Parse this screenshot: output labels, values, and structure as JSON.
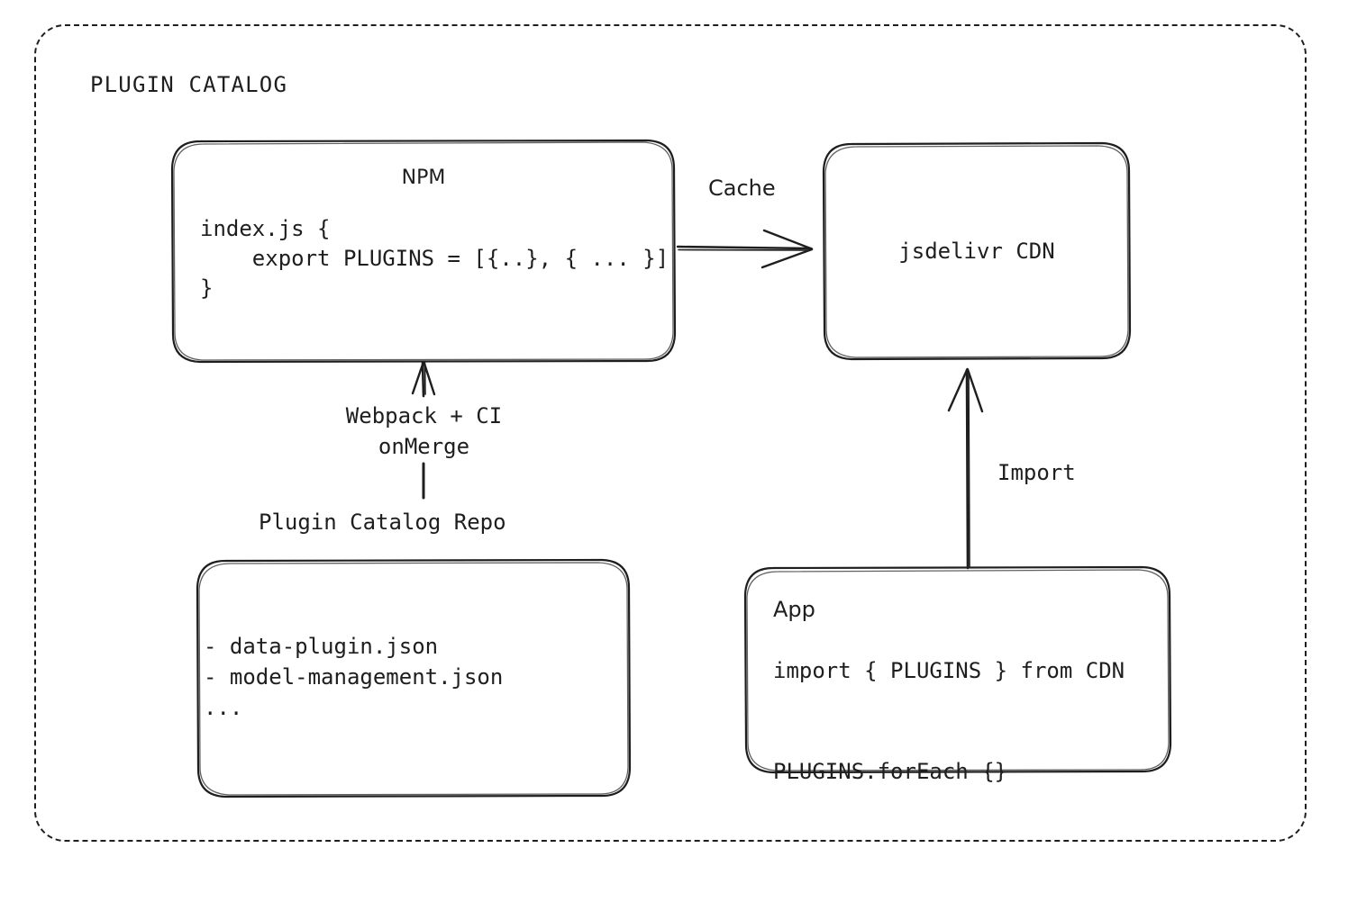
{
  "diagram": {
    "title": "PLUGIN CATALOG",
    "background": "#ffffff",
    "stroke_color": "#1e1e1e",
    "style": "hand-drawn-sketch"
  },
  "nodes": {
    "npm": {
      "title": "NPM",
      "code_lines": "index.js {\n    export PLUGINS = [{..}, { ... }]\n}"
    },
    "cdn": {
      "label": "jsdelivr CDN"
    },
    "repo": {
      "caption": "Plugin Catalog Repo",
      "items": "- data-plugin.json\n- model-management.json\n..."
    },
    "app": {
      "title": "App",
      "code_lines": "import { PLUGINS } from CDN\n\nPLUGINS.forEach {}"
    }
  },
  "edges": {
    "npm_to_cdn": {
      "label": "Cache",
      "direction": "right"
    },
    "repo_to_npm": {
      "label": "Webpack + CI\nonMerge",
      "direction": "up"
    },
    "app_to_cdn": {
      "label": "Import",
      "direction": "up"
    }
  }
}
